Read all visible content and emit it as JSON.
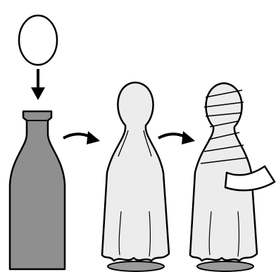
{
  "diagram": {
    "steps": [
      {
        "name": "balloon-on-bottle"
      },
      {
        "name": "cloth-draped-bottle"
      },
      {
        "name": "bandaged-figure"
      }
    ],
    "colors": {
      "outline": "#000000",
      "bottle_fill": "#8f8f8f",
      "cloth_fill": "#ececec",
      "base_fill": "#9a9a9a",
      "background": "#ffffff"
    },
    "icons": [
      "balloon-icon",
      "down-arrow-icon",
      "right-arrow-icon",
      "bottle-icon",
      "cloth-icon",
      "bandage-icon"
    ]
  }
}
